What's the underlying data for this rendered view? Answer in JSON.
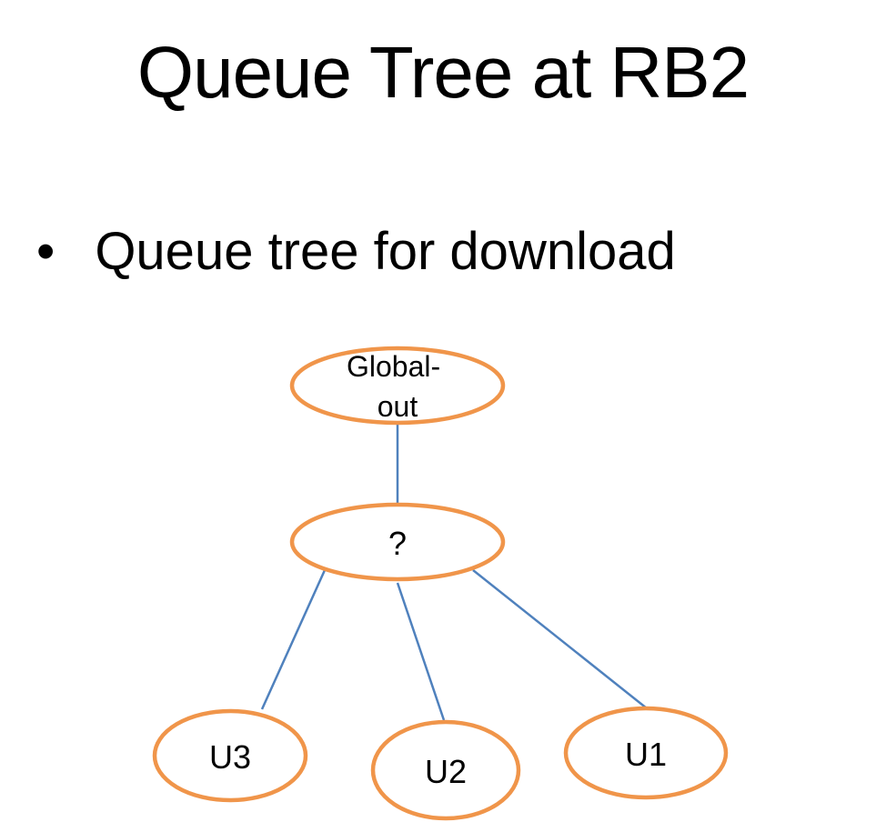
{
  "slide": {
    "title": "Queue Tree at RB2",
    "bullet": {
      "marker": "•",
      "text": "Queue tree for download"
    }
  },
  "diagram": {
    "type": "tree",
    "colors": {
      "node_border": "#F0954A",
      "node_fill": "#FFFFFF",
      "edge": "#4F81BD",
      "text": "#000000"
    },
    "nodes": {
      "global_out": {
        "label": "Global-out",
        "label_line1": "Global-",
        "label_line2": "out"
      },
      "root": {
        "label": "?"
      },
      "u3": {
        "label": "U3"
      },
      "u2": {
        "label": "U2"
      },
      "u1": {
        "label": "U1"
      }
    },
    "edges": [
      {
        "from": "Global-out",
        "to": "?"
      },
      {
        "from": "?",
        "to": "U3"
      },
      {
        "from": "?",
        "to": "U2"
      },
      {
        "from": "?",
        "to": "U1"
      }
    ]
  }
}
